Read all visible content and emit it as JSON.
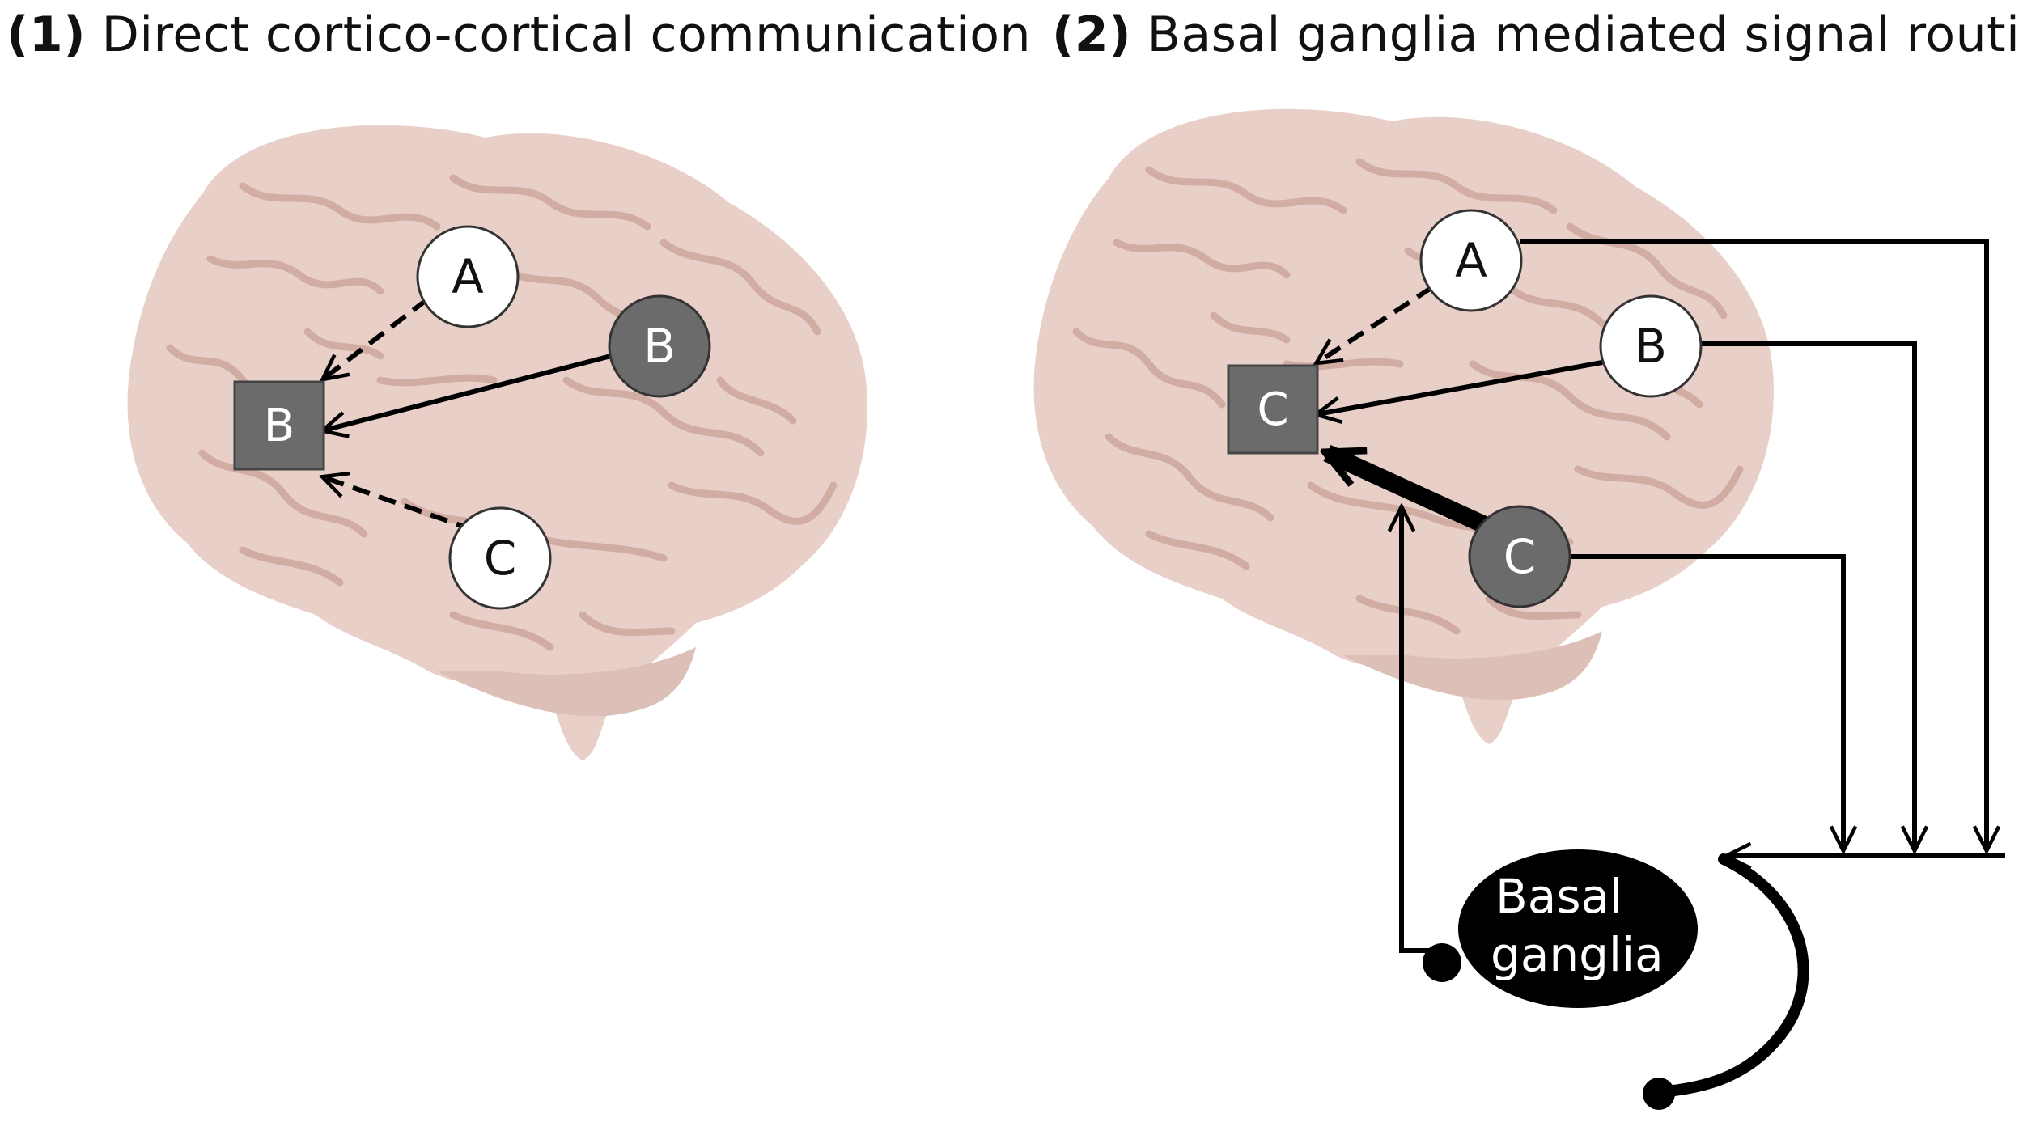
{
  "panels": [
    {
      "number": "(1)",
      "title": "Direct cortico-cortical communication",
      "target": "B",
      "nodes": {
        "a": "A",
        "b": "B",
        "c": "C"
      }
    },
    {
      "number": "(2)",
      "title": "Basal ganglia mediated signal routing",
      "target": "C",
      "nodes": {
        "a": "A",
        "b": "B",
        "c": "C"
      },
      "bg_label_line1": "Basal",
      "bg_label_line2": "ganglia"
    }
  ],
  "colors": {
    "brain_fill": "#e8cfc8",
    "brain_sulci": "#cfa9a0",
    "active_node": "#6b6b6b",
    "inactive_node": "#ffffff",
    "target_box": "#6b6b6b",
    "basal_ganglia": "#000000"
  }
}
